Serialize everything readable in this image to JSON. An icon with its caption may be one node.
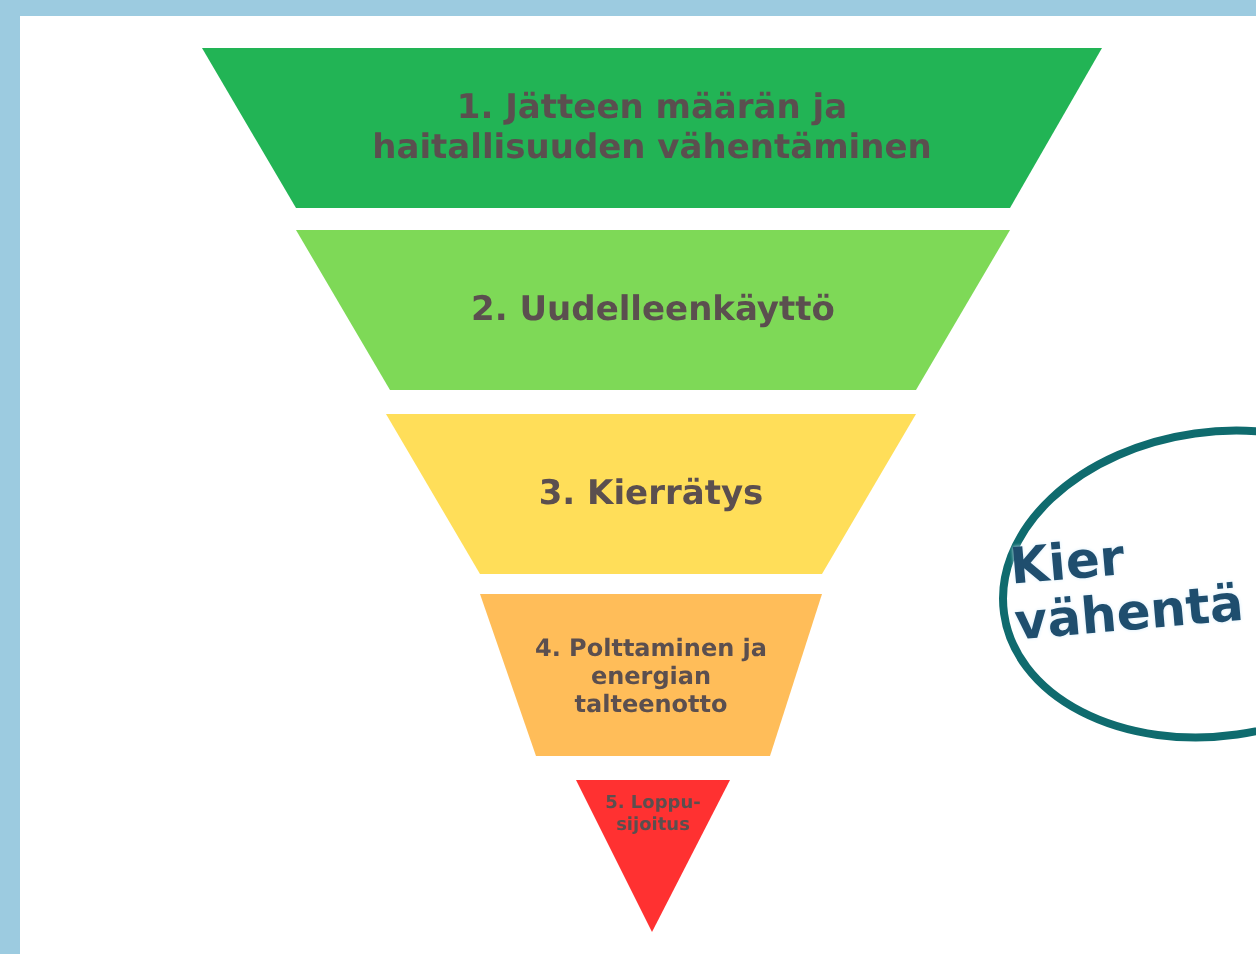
{
  "diagram": {
    "nodes": [
      {
        "text": [
          "1. Jätteen määrän ja haitallisuuden vähentäminen"
        ]
      },
      {
        "text": [
          "2. Uudelleenkäyttö"
        ]
      },
      {
        "text": [
          "3. Kierrätys"
        ]
      },
      {
        "text": [
          "4. Polttaminen ja energian talteenotto"
        ]
      },
      {
        "text": [
          "5. Loppu-sijoitus"
        ]
      },
      {
        "text": [
          "Kier vähentä"
        ]
      }
    ]
  }
}
